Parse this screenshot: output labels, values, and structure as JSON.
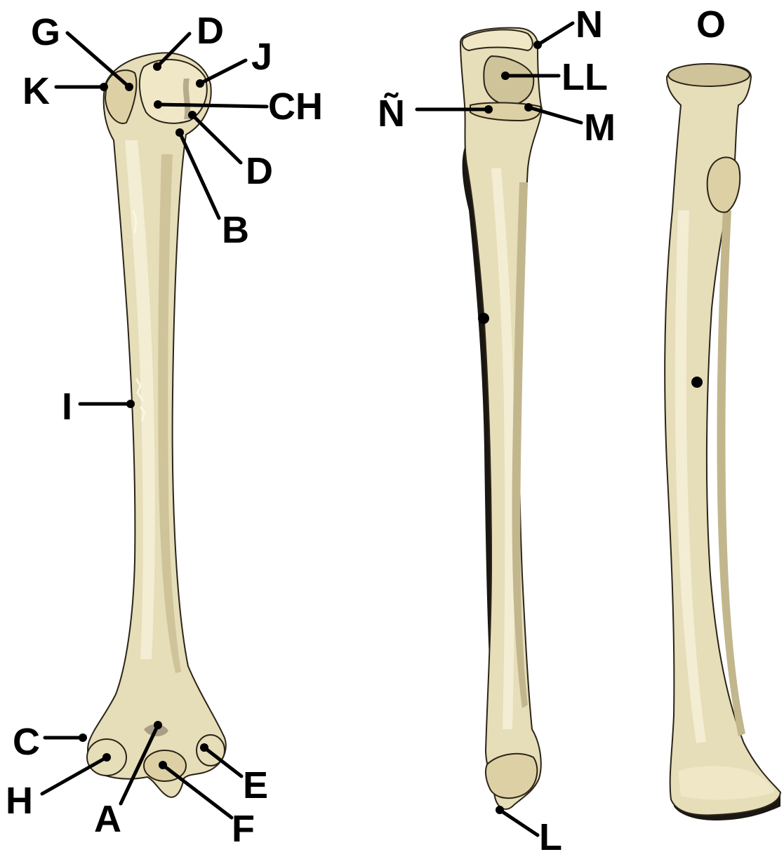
{
  "colors": {
    "bone_light": "#efe7c6",
    "bone_mid": "#ddd0a4",
    "bone_shade": "#a79e85",
    "bone_dark": "#5d5645",
    "outline": "#1a1712",
    "label": "#000000"
  },
  "labels": {
    "G": "G",
    "D_top": "D",
    "J": "J",
    "K": "K",
    "CH": "CH",
    "D_mid": "D",
    "B": "B",
    "I": "I",
    "C": "C",
    "H": "H",
    "A": "A",
    "F": "F",
    "E": "E",
    "N": "N",
    "LL": "LL",
    "N_tilde": "Ñ",
    "M": "M",
    "L": "L",
    "O": "O"
  }
}
